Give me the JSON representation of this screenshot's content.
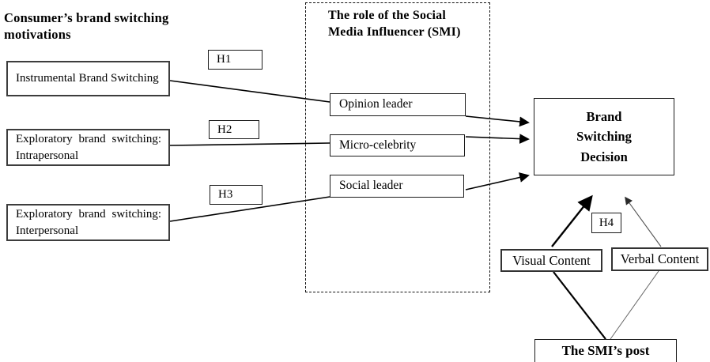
{
  "diagram": {
    "consumer_section": {
      "heading": "Consumer’s brand switching motivations",
      "boxes": [
        {
          "label": "Instrumental Brand Switching"
        },
        {
          "label": "Exploratory brand switching: Intrapersonal"
        },
        {
          "label": "Exploratory brand switching: Interpersonal"
        }
      ]
    },
    "hypothesis_labels": {
      "h1": "H1",
      "h2": "H2",
      "h3": "H3",
      "h4": "H4"
    },
    "smi_section": {
      "heading": "The role of the Social Media Influencer (SMI)",
      "boxes": [
        {
          "label": "Opinion leader"
        },
        {
          "label": "Micro-celebrity"
        },
        {
          "label": "Social leader"
        }
      ]
    },
    "decision_box": {
      "label": "Brand Switching Decision"
    },
    "content_boxes": {
      "visual": "Visual Content",
      "verbal": "Verbal Content"
    },
    "post_box": {
      "label": "The SMI’s post"
    },
    "colors": {
      "background": "#ffffff",
      "line": "#000000",
      "thin_line": "#666666",
      "border": "#1b1b1b"
    }
  }
}
